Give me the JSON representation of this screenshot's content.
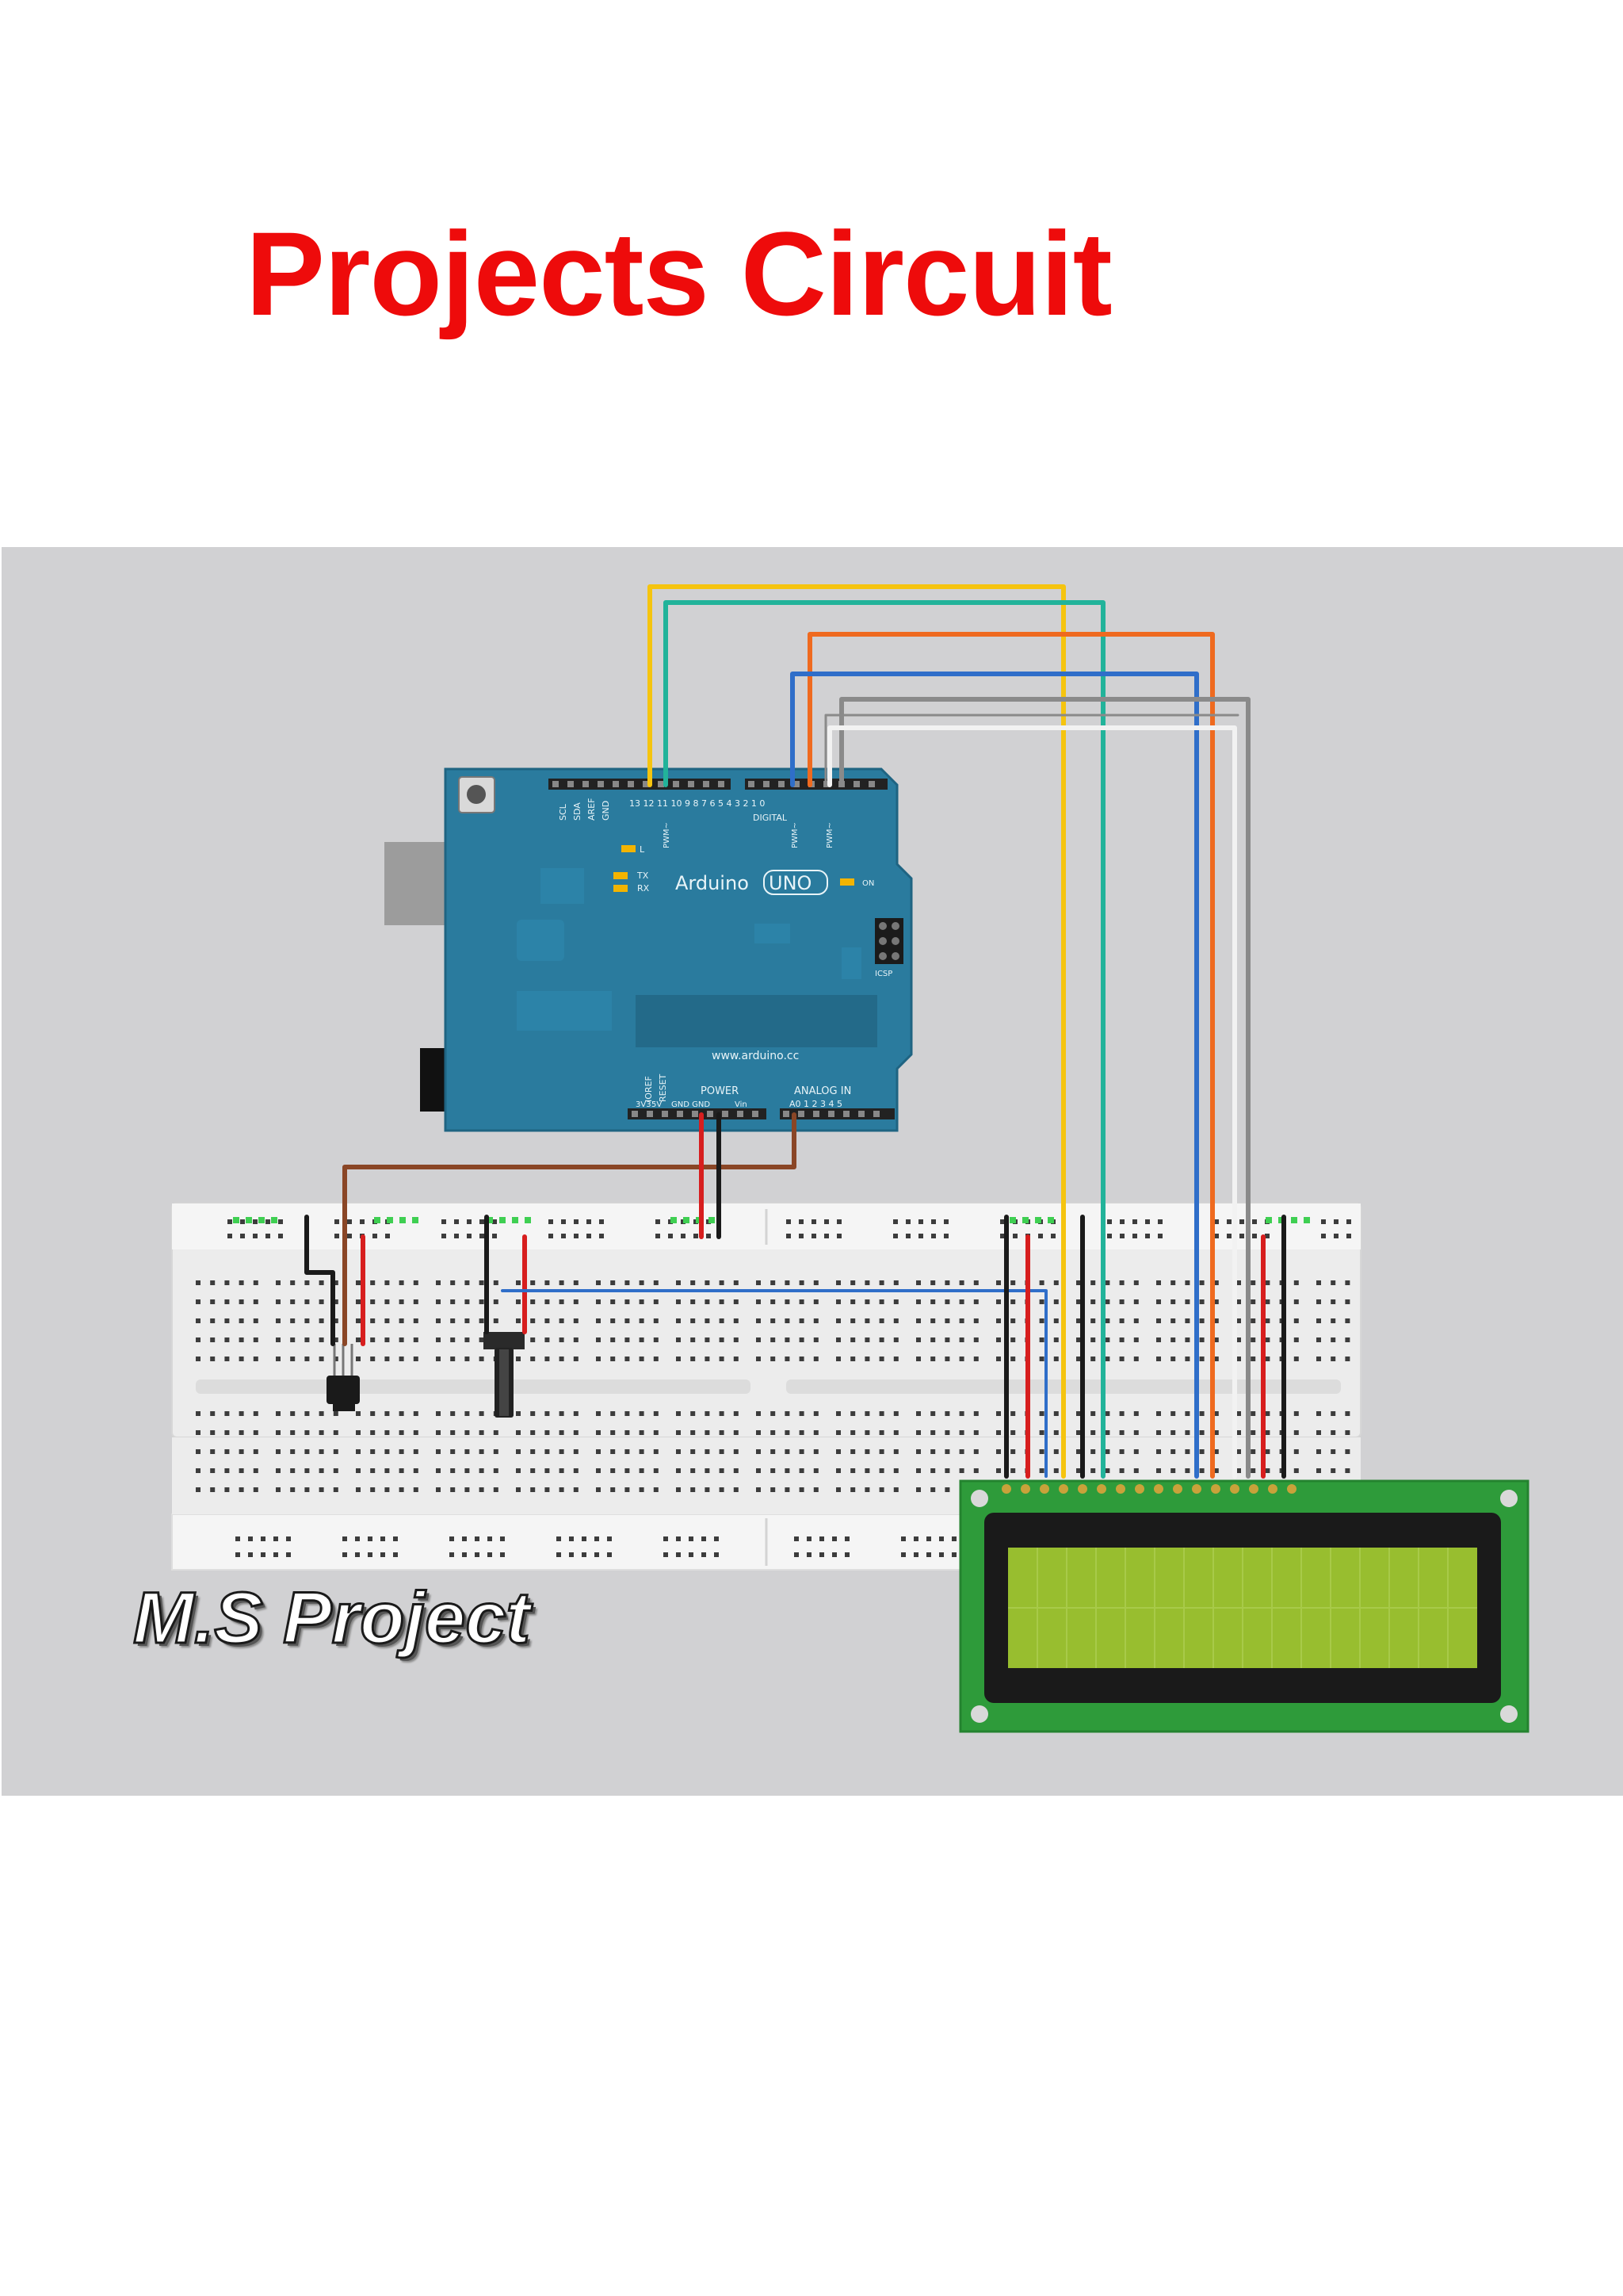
{
  "page": {
    "title": "Projects Circuit"
  },
  "diagram": {
    "arduino": {
      "brand": "Arduino",
      "model": "UNO",
      "website": "www.arduino.cc",
      "labels": {
        "digital": "DIGITAL",
        "power": "POWER",
        "analog_in": "ANALOG IN",
        "tx": "TX",
        "rx": "RX",
        "l": "L",
        "on": "ON",
        "icsp": "ICSP",
        "aref": "AREF",
        "gnd": "GND",
        "scl": "SCL",
        "sda": "SDA",
        "ioref": "IOREF",
        "reset": "RESET",
        "v33": "3V3",
        "v5": "5V",
        "gnd_gnd": "GND GND",
        "vin": "Vin",
        "pwm": "PWM~",
        "digital_pins": "13 12 11 10 9 8 7 6 5 4 3 2 1 0",
        "analog_pins": "A0 1 2 3 4 5"
      }
    },
    "watermark": "M.S Project",
    "colors": {
      "title": "#ee0b0b",
      "board": "#2a7b9e",
      "lcd_pcb": "#2e9b3a",
      "lcd_screen": "#98be2f",
      "wire_yellow": "#f5c40f",
      "wire_teal": "#22b39a",
      "wire_orange": "#ef6a1f",
      "wire_blue": "#2f6ec9",
      "wire_gray": "#8a8a8a",
      "wire_white": "#f2f2f2",
      "wire_red": "#d71e1e",
      "wire_black": "#1a1a1a",
      "wire_brown": "#8a4626"
    }
  }
}
